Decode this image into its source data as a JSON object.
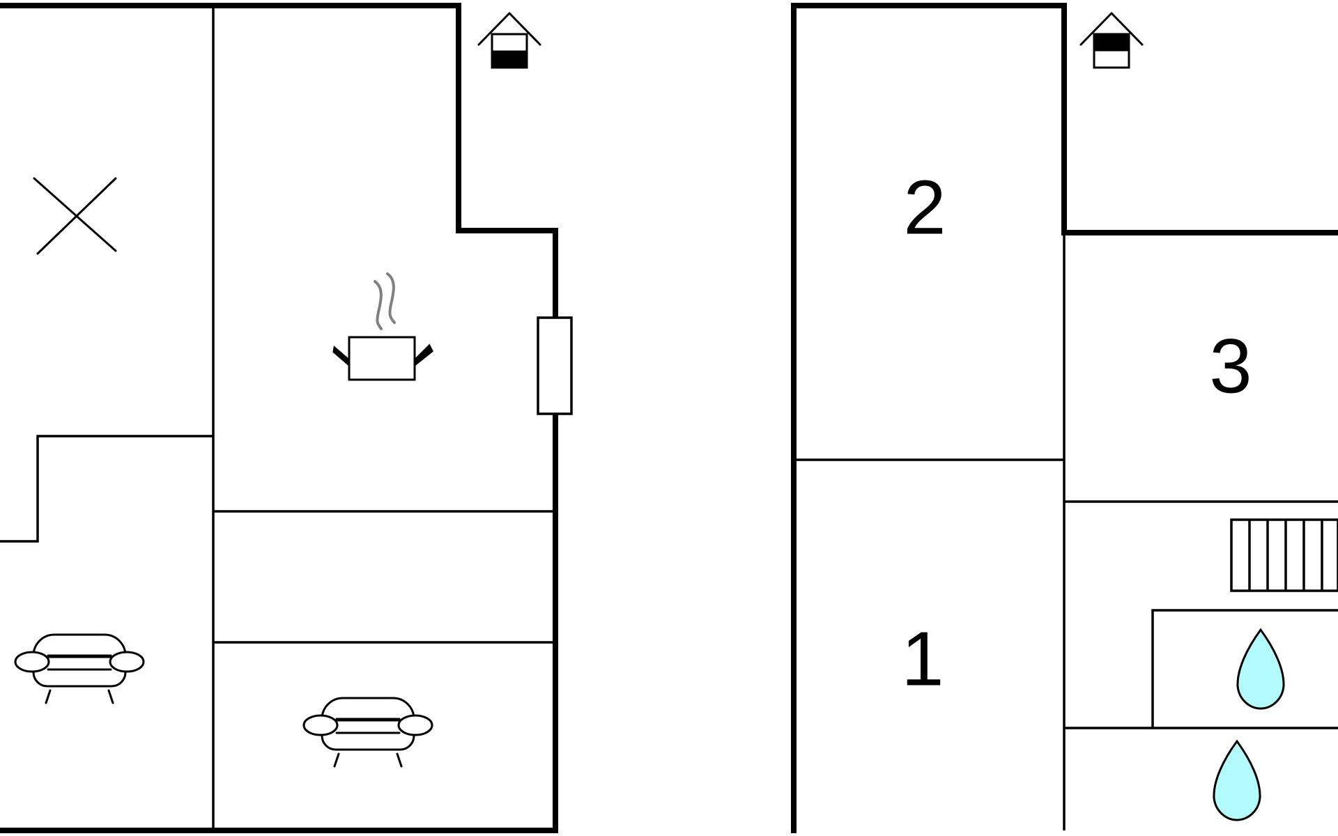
{
  "floor_plan": {
    "room_labels": [
      {
        "id": "room-1",
        "text": "1"
      },
      {
        "id": "room-2",
        "text": "2"
      },
      {
        "id": "room-3",
        "text": "3"
      }
    ],
    "icons": [
      "entrance-house-icon",
      "cross-icon",
      "cooking-pot-icon",
      "sofa-icon",
      "radiator-icon",
      "water-drop-icon"
    ],
    "colors": {
      "wall": "#000000",
      "steam": "#808080",
      "water": "#b3fbff",
      "background": "#ffffff"
    }
  }
}
